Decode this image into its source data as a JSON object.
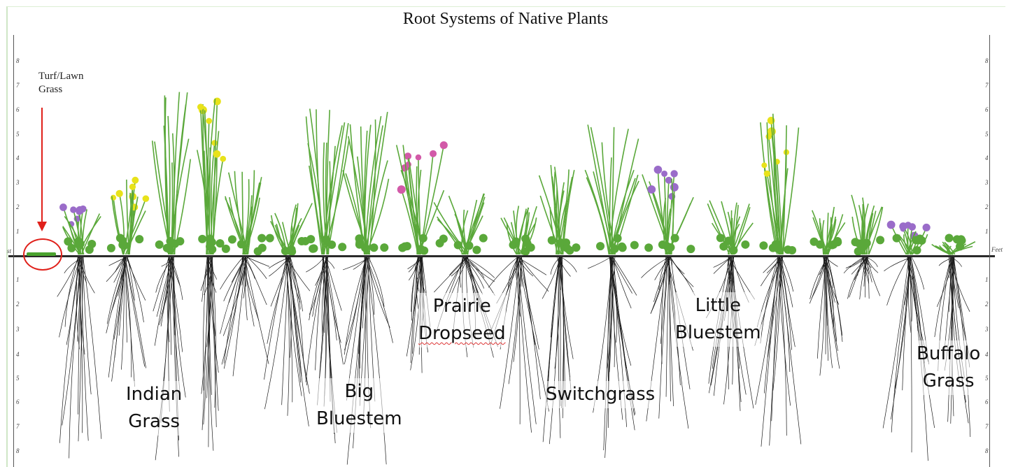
{
  "title": "Root Systems of Native Plants",
  "left_ruler": {
    "ticks": [
      "8",
      "7",
      "6",
      "5",
      "4",
      "3",
      "2",
      "1",
      "1",
      "2",
      "3",
      "4",
      "5",
      "6",
      "7",
      "8"
    ],
    "unit": "st"
  },
  "right_ruler": {
    "ticks": [
      "8",
      "7",
      "6",
      "5",
      "4",
      "3",
      "2",
      "1",
      "1",
      "2",
      "3",
      "4",
      "5",
      "6",
      "7",
      "8"
    ],
    "unit": "Feet"
  },
  "turf_label": "Turf/Lawn\nGrass",
  "plant_labels": {
    "indian_grass": [
      "Indian",
      "Grass"
    ],
    "big_bluestem": [
      "Big",
      "Bluestem"
    ],
    "prairie_dropseed": [
      "Prairie",
      "Dropseed"
    ],
    "switchgrass": [
      "Switchgrass"
    ],
    "little_bluestem": [
      "Little",
      "Bluestem"
    ],
    "buffalo_grass": [
      "Buffalo",
      "Grass"
    ]
  },
  "colors": {
    "ground_line": "#2a2a2a",
    "foliage": "#5aa83a",
    "roots": "#1a1a1a",
    "turf_marker": "#e0201a",
    "flower_purple": "#9a6cc9",
    "flower_yellow": "#e8e21a",
    "flower_pink": "#d25aa8"
  }
}
